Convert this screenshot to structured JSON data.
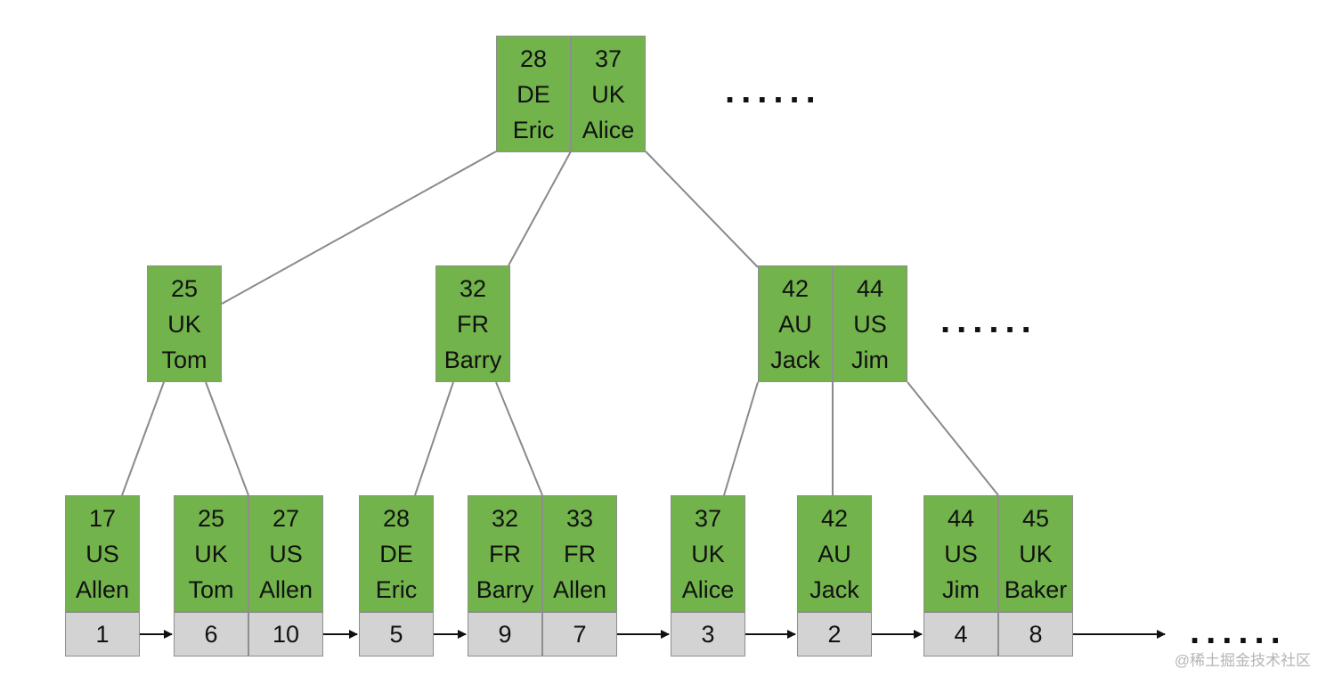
{
  "colors": {
    "node_fill": "#72b34c",
    "rowid_fill": "#d3d3d3",
    "border": "#8e8e8e",
    "edge": "#8a8a8a",
    "arrow": "#111111",
    "text": "#111111"
  },
  "root": [
    {
      "id": "28",
      "country": "DE",
      "name": "Eric"
    },
    {
      "id": "37",
      "country": "UK",
      "name": "Alice"
    }
  ],
  "internal": [
    [
      {
        "id": "25",
        "country": "UK",
        "name": "Tom"
      }
    ],
    [
      {
        "id": "32",
        "country": "FR",
        "name": "Barry"
      }
    ],
    [
      {
        "id": "42",
        "country": "AU",
        "name": "Jack"
      },
      {
        "id": "44",
        "country": "US",
        "name": "Jim"
      }
    ]
  ],
  "leaves": [
    [
      {
        "id": "17",
        "country": "US",
        "name": "Allen",
        "rowid": "1"
      }
    ],
    [
      {
        "id": "25",
        "country": "UK",
        "name": "Tom",
        "rowid": "6"
      },
      {
        "id": "27",
        "country": "US",
        "name": "Allen",
        "rowid": "10"
      }
    ],
    [
      {
        "id": "28",
        "country": "DE",
        "name": "Eric",
        "rowid": "5"
      }
    ],
    [
      {
        "id": "32",
        "country": "FR",
        "name": "Barry",
        "rowid": "9"
      },
      {
        "id": "33",
        "country": "FR",
        "name": "Allen",
        "rowid": "7"
      }
    ],
    [
      {
        "id": "37",
        "country": "UK",
        "name": "Alice",
        "rowid": "3"
      }
    ],
    [
      {
        "id": "42",
        "country": "AU",
        "name": "Jack",
        "rowid": "2"
      }
    ],
    [
      {
        "id": "44",
        "country": "US",
        "name": "Jim",
        "rowid": "4"
      },
      {
        "id": "45",
        "country": "UK",
        "name": "Baker",
        "rowid": "8"
      }
    ]
  ],
  "ellipsis": "......",
  "watermark": "@稀土掘金技术社区"
}
